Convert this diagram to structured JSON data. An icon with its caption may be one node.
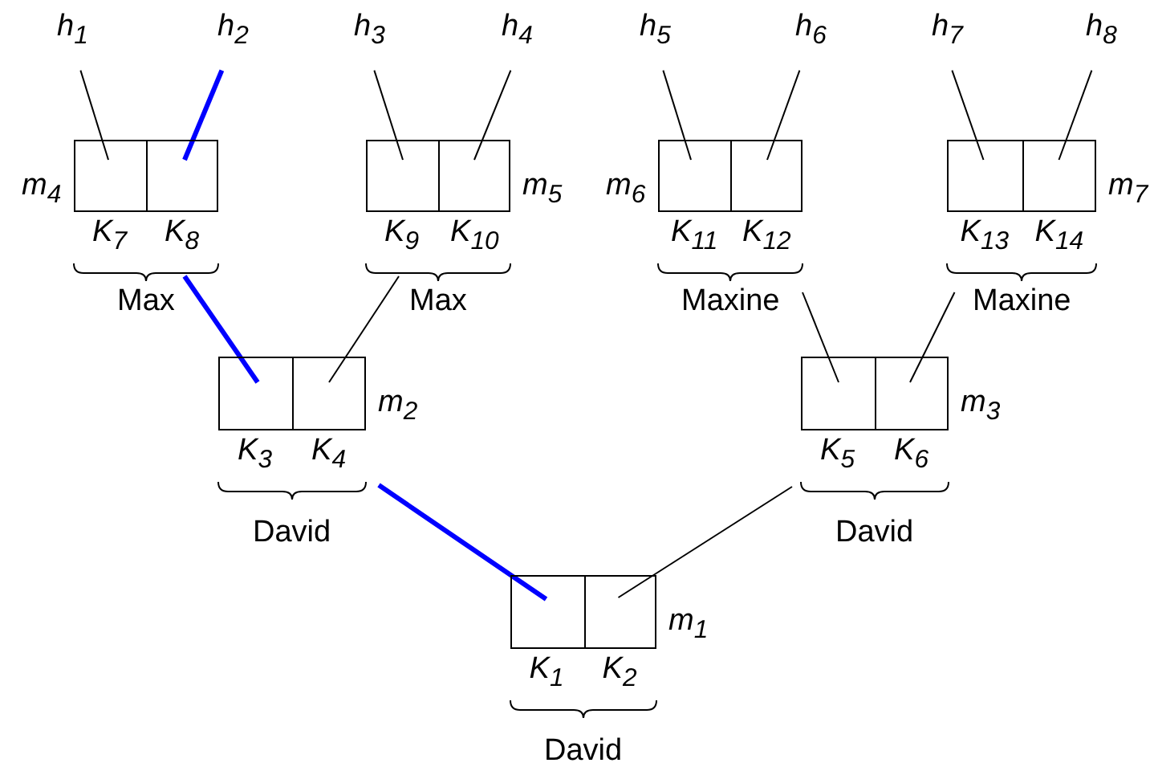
{
  "diagram": {
    "nodes": [
      {
        "text": [
          "h$_{1}$"
        ]
      },
      {
        "text": [
          "h$_{2}$"
        ]
      },
      {
        "text": [
          "h$_{3}$"
        ]
      },
      {
        "text": [
          "h$_{4}$"
        ]
      },
      {
        "text": [
          "h$_{5}$"
        ]
      },
      {
        "text": [
          "h$_{6}$"
        ]
      },
      {
        "text": [
          "h$_{7}$"
        ]
      },
      {
        "text": [
          "h$_{8}$"
        ]
      },
      {
        "text": [],
        "shape": "box",
        "beside": [
          "m$_{4}$",
          "Max"
        ]
      },
      {
        "text": [],
        "shape": "box",
        "in": 8,
        "beside": [
          "K$_{7}$"
        ]
      },
      {
        "text": [],
        "shape": "box",
        "in": 8,
        "beside": [
          "K$_{8}$"
        ]
      },
      {
        "text": [],
        "shape": "box",
        "beside": [
          "m$_{5}$",
          "Max"
        ]
      },
      {
        "text": [],
        "shape": "box",
        "in": 11,
        "beside": [
          "K$_{9}$"
        ]
      },
      {
        "text": [],
        "shape": "box",
        "in": 11,
        "beside": [
          "K$_{10}$"
        ]
      },
      {
        "text": [],
        "shape": "box",
        "beside": [
          "m$_{6}$",
          "Maxine"
        ]
      },
      {
        "text": [],
        "shape": "box",
        "in": 14,
        "beside": [
          "K$_{11}$"
        ]
      },
      {
        "text": [],
        "shape": "box",
        "in": 14,
        "beside": [
          "K$_{12}$"
        ]
      },
      {
        "text": [],
        "shape": "box",
        "beside": [
          "m$_{7}$",
          "Maxine"
        ]
      },
      {
        "text": [],
        "shape": "box",
        "in": 17,
        "beside": [
          "K$_{13}$"
        ]
      },
      {
        "text": [],
        "shape": "box",
        "in": 17,
        "beside": [
          "K$_{14}$"
        ]
      },
      {
        "text": [],
        "shape": "box",
        "beside": [
          "m$_{2}$",
          "David"
        ]
      },
      {
        "text": [],
        "shape": "box",
        "in": 20,
        "beside": [
          "K$_{3}$"
        ]
      },
      {
        "text": [],
        "shape": "box",
        "in": 20,
        "beside": [
          "K$_{4}$"
        ]
      },
      {
        "text": [],
        "shape": "box",
        "beside": [
          "m$_{3}$",
          "David"
        ]
      },
      {
        "text": [],
        "shape": "box",
        "in": 23,
        "beside": [
          "K$_{5}$"
        ]
      },
      {
        "text": [],
        "shape": "box",
        "in": 23,
        "beside": [
          "K$_{6}$"
        ]
      },
      {
        "text": [],
        "shape": "box",
        "beside": [
          "m$_{1}$",
          "David"
        ]
      },
      {
        "text": [],
        "shape": "box",
        "in": 26,
        "beside": [
          "K$_{1}$"
        ]
      },
      {
        "text": [],
        "shape": "box",
        "in": 26,
        "beside": [
          "K$_{2}$"
        ]
      }
    ],
    "edges": [
      {
        "from": 0,
        "to": 9,
        "arrow": "none"
      },
      {
        "from": 1,
        "to": 10,
        "arrow": "none",
        "style": "thick",
        "color": "#0000ff"
      },
      {
        "from": 2,
        "to": 12,
        "arrow": "none"
      },
      {
        "from": 3,
        "to": 13,
        "arrow": "none"
      },
      {
        "from": 4,
        "to": 15,
        "arrow": "none"
      },
      {
        "from": 5,
        "to": 16,
        "arrow": "none"
      },
      {
        "from": 6,
        "to": 18,
        "arrow": "none"
      },
      {
        "from": 7,
        "to": 19,
        "arrow": "none"
      },
      {
        "from": 10,
        "to": 21,
        "arrow": "none",
        "style": "thick",
        "color": "#0000ff"
      },
      {
        "from": 12,
        "to": 22,
        "arrow": "none"
      },
      {
        "from": 16,
        "to": 24,
        "arrow": "none"
      },
      {
        "from": 18,
        "to": 25,
        "arrow": "none"
      },
      {
        "from": 22,
        "to": 27,
        "arrow": "none",
        "style": "thick",
        "color": "#0000ff"
      },
      {
        "from": 24,
        "to": 28,
        "arrow": "none"
      }
    ]
  }
}
